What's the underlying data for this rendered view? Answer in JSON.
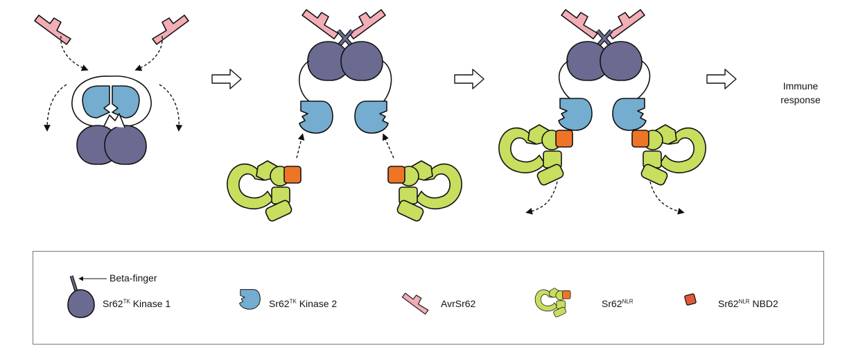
{
  "outcome": {
    "line1": "Immune",
    "line2": "response"
  },
  "legend": {
    "beta_finger": "Beta-finger",
    "kinase1": {
      "prefix": "Sr62",
      "sup": "TK",
      "suffix": " Kinase 1"
    },
    "kinase2": {
      "prefix": "Sr62",
      "sup": "TK",
      "suffix": " Kinase 2"
    },
    "avr": "AvrSr62",
    "nlr": {
      "prefix": "Sr62",
      "sup": "NLR",
      "suffix": ""
    },
    "nbd2": {
      "prefix": "Sr62",
      "sup": "NLR",
      "suffix": " NBD2"
    }
  },
  "colors": {
    "kinase1": "#6b6a91",
    "kinase2": "#74adcf",
    "avr": "#f2adb6",
    "nlr": "#c7de5f",
    "nbd2": "#ef7526",
    "nbd2_legend": "#e05a3a",
    "outline": "#111111"
  }
}
